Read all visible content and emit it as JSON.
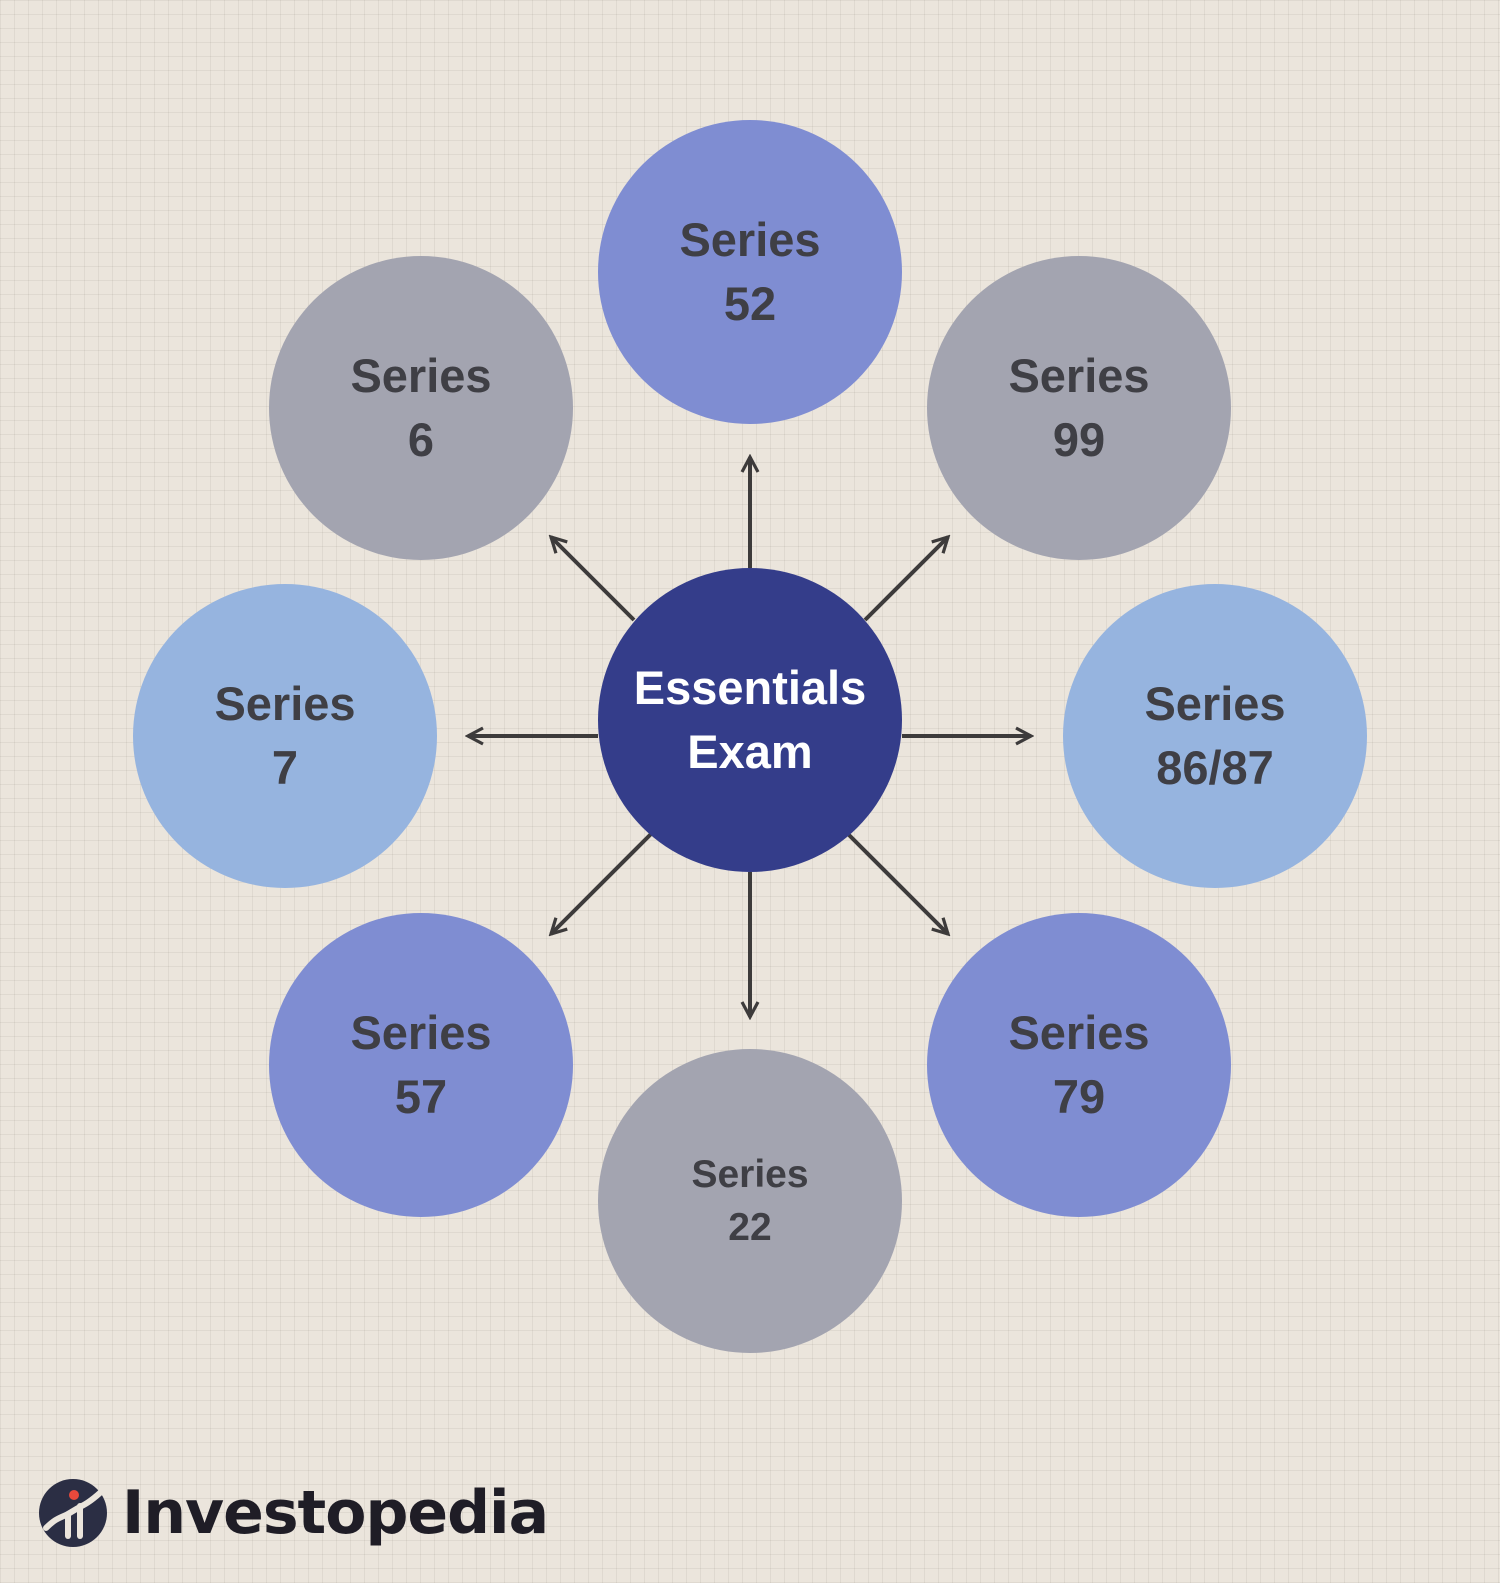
{
  "center": {
    "line1": "Essentials",
    "line2": "Exam",
    "color": "#343d8a"
  },
  "nodes": [
    {
      "id": "series-52",
      "line1": "Series",
      "line2": "52",
      "color": "#7f8dd2"
    },
    {
      "id": "series-99",
      "line1": "Series",
      "line2": "99",
      "color": "#a3a4b0"
    },
    {
      "id": "series-86-87",
      "line1": "Series",
      "line2": "86/87",
      "color": "#96b4df"
    },
    {
      "id": "series-79",
      "line1": "Series",
      "line2": "79",
      "color": "#7f8dd2"
    },
    {
      "id": "series-22",
      "line1": "Series",
      "line2": "22",
      "color": "#a3a4b0"
    },
    {
      "id": "series-57",
      "line1": "Series",
      "line2": "57",
      "color": "#7f8dd2"
    },
    {
      "id": "series-7",
      "line1": "Series",
      "line2": "7",
      "color": "#96b4df"
    },
    {
      "id": "series-6",
      "line1": "Series",
      "line2": "6",
      "color": "#a3a4b0"
    }
  ],
  "arrow_color": "#3d3b3b",
  "logo": {
    "wordmark": "Investopedia",
    "mark_color": "#2b2e44",
    "dot_color": "#e8493c"
  }
}
